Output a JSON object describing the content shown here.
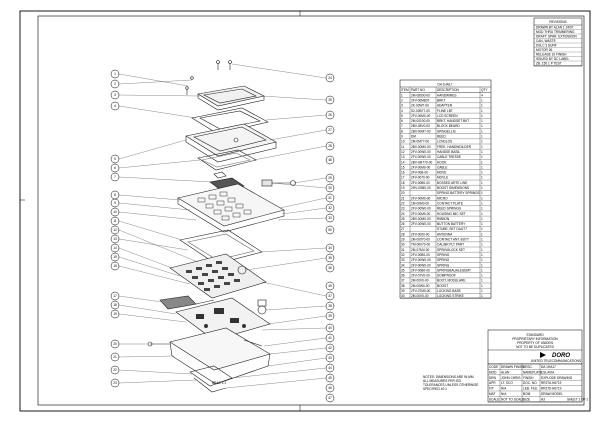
{
  "drawing": {
    "figure_label": "BRAC 1:1",
    "callouts_left": [
      "1",
      "2",
      "3",
      "4",
      "5",
      "6",
      "7",
      "8",
      "9",
      "10",
      "11",
      "12",
      "13",
      "14",
      "15",
      "16",
      "17",
      "18",
      "19",
      "20",
      "21",
      "22",
      "23"
    ],
    "callouts_right": [
      "24",
      "25",
      "26",
      "27",
      "28",
      "29",
      "30",
      "31",
      "32",
      "33",
      "34",
      "35",
      "36",
      "37",
      "38",
      "39",
      "40",
      "41",
      "42",
      "43",
      "44",
      "45",
      "46",
      "47",
      "48",
      "49",
      "50"
    ]
  },
  "parts_list": {
    "title": "DA 1HA17",
    "headers": [
      "ITEM",
      "PART NO.",
      "DESCRIPTION",
      "QTY"
    ],
    "rows": [
      [
        "1",
        "2M-08000-00",
        "HANDWIRES",
        "4"
      ],
      [
        "2",
        "2FV-00M80T",
        "BRKT",
        "1"
      ],
      [
        "3",
        "2K-00W7-00",
        "ADAPTER",
        "1"
      ],
      [
        "4",
        "S2-00B77-00",
        "FLINE LBT",
        "1"
      ],
      [
        "5",
        "2FV-00M0-00",
        "LCD SCREEN",
        "1"
      ],
      [
        "6",
        "2M-00100-00",
        "BRKT, HANDSET BKT",
        "1"
      ],
      [
        "7",
        "2BV-08V0-00",
        "BLOCK BEARD",
        "1"
      ],
      [
        "8",
        "2BV-00M7-00",
        "SPINGELLIS",
        "1"
      ],
      [
        "9",
        "DM",
        "REED",
        "1"
      ],
      [
        "10",
        "2M-0M77-00",
        "LCNGLOS",
        "1"
      ],
      [
        "11",
        "2BV-00M0-00",
        "FREE, HANDWDILDER",
        "1"
      ],
      [
        "12",
        "2FV-00W0-00",
        "HANDSE BASIL",
        "1"
      ],
      [
        "13",
        "2FV-00W0-00",
        "CABLE TRESSE",
        "1"
      ],
      [
        "14",
        "2BV-0M770-00",
        "HOOK",
        "1"
      ],
      [
        "15",
        "2FV-00M0-00",
        "CABLE",
        "1"
      ],
      [
        "16",
        "2FV-00B-00",
        "MOVE",
        "1"
      ],
      [
        "17",
        "2FV-0070-00",
        "MOVLE",
        "1"
      ],
      [
        "18",
        "2FV-00B0-00",
        "BOSSED ARTE LINE",
        "1"
      ],
      [
        "19",
        "2HV-00M0-00",
        "BOOST DIMENSIONS",
        "1"
      ],
      [
        "20",
        "",
        "SPRING BATTERY SPRINGS",
        "1"
      ],
      [
        "21",
        "2FV-00M0-00",
        "MICRO",
        "1"
      ],
      [
        "22",
        "1M-00M0-00",
        "CONTACT PLATE",
        "1"
      ],
      [
        "23",
        "2FV-00W0-00",
        "REED SPRINGS",
        "1"
      ],
      [
        "24",
        "2FV-00M0-00",
        "HOUSING MIC SET",
        "1"
      ],
      [
        "25",
        "2BV-00M0-00",
        "RIBBON",
        "1"
      ],
      [
        "26",
        "2FV-00W0-00",
        "BUTTON BATTERY",
        "1"
      ],
      [
        "27",
        "",
        "STUBE, SET DAUT7",
        "1"
      ],
      [
        "28",
        "2FV-0000-00",
        "ANTENNA",
        "1"
      ],
      [
        "29",
        "2M-00070-00",
        "CONTACT ANT. BUTT",
        "1"
      ],
      [
        "30",
        "TM-00070-00",
        "CALIBR PLT PART",
        "1"
      ],
      [
        "31",
        "2M-07MV-00",
        "SPRINGLOCK SET",
        "1"
      ],
      [
        "32",
        "2FV-00B0-00",
        "SPRING",
        "1"
      ],
      [
        "33",
        "2FV-00W0-00",
        "SPRING",
        "1"
      ],
      [
        "34",
        "2FV-00W0-00",
        "SPRING",
        "1"
      ],
      [
        "35",
        "2FV-00B0-00",
        "SPRINGBAUALEGEMT",
        "1"
      ],
      [
        "36",
        "2FV-07V0-00",
        "DOMPROOF",
        "1"
      ],
      [
        "37",
        "2M-00V0-00",
        "BOOT, MODULARE",
        "1"
      ],
      [
        "38",
        "2M-00W0-00",
        "BOOST",
        "1"
      ],
      [
        "39",
        "2FV-07M0-00",
        "LOCKING BASE",
        "1"
      ],
      [
        "40",
        "2M-00V0-00",
        "LOCKING STRIKE",
        "1"
      ]
    ]
  },
  "revision_block": {
    "title": "REVISIONS",
    "lines": [
      "DRAWN BY  ALAN  1 24/97",
      "MOD THRU TRIMMERING",
      "DRAFT: SPAR. EXTENSION",
      "CAN, WASTE",
      "DSLC 3 SURF",
      "MOTOR 26",
      "RELEASE 10 FINISH",
      "ISSUED BY DC LABEL",
      "ZB. 150 1 P TEST"
    ]
  },
  "title_block": {
    "notes_header": "STANDARD",
    "notes": [
      "PROPRIETARY INFORMATION",
      "PROPERTY OF UNIDEN",
      "NOT TO BE DUPLICATED"
    ],
    "company": "DORO",
    "company_sub": "UNITED TELECOMMUNICATIONS",
    "left_notes": [
      "NOTES: DIMENSIONS ARE IN MM",
      "ALL MEASURES PER ISO",
      "TOLERANCES UNLESS OTHERWISE",
      "SPECIFIED ±0.1"
    ],
    "rows": [
      [
        "CODE",
        "DRAWN  FINISH",
        "DESC.",
        "DA 1HA17"
      ],
      [
        "MOD",
        "ALAN",
        "NAMEPLATE",
        "CSLAVIA"
      ],
      [
        "DRN",
        "JOHN  CHRIS",
        "FINISH",
        "EXPLODE DRAWING"
      ],
      [
        "APR",
        "LT. SCO",
        "DOC. NO.",
        "RR276-H6719"
      ],
      [
        "FIT",
        "N/A",
        "LEB. FILE",
        "RR276-H6719"
      ],
      [
        "MAT",
        "N/A",
        "BOM",
        "DRAW MODEL"
      ],
      [
        "SCALE",
        "NOT TO SCALE",
        "SIZE",
        "A3",
        "SHEET 1 OF 1"
      ]
    ]
  }
}
